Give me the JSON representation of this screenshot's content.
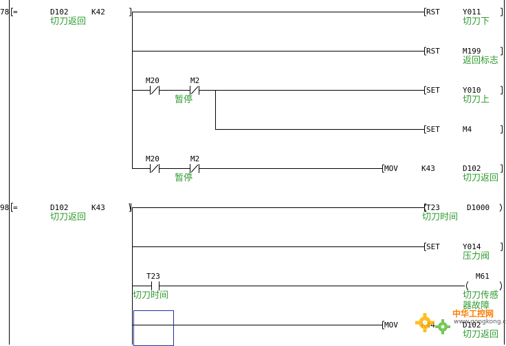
{
  "rung1": {
    "step": "78",
    "compare_op": "=",
    "op1": "D102",
    "op2": "K42",
    "op1_comment": "切刀返回",
    "out1": {
      "instr": "RST",
      "dev": "Y011",
      "comment": "切刀下"
    },
    "out2": {
      "instr": "RST",
      "dev": "M199",
      "comment": "返回标志"
    },
    "contact_a": "M20",
    "contact_b": "M2",
    "contact_b_comment": "暂停",
    "out3": {
      "instr": "SET",
      "dev": "Y010",
      "comment": "切刀上"
    },
    "out4": {
      "instr": "SET",
      "dev": "M4"
    },
    "contact_c": "M20",
    "contact_d": "M2",
    "contact_d_comment": "暂停",
    "out5": {
      "instr": "MOV",
      "src": "K43",
      "dst": "D102",
      "comment": "切刀返回"
    }
  },
  "rung2": {
    "step": "98",
    "compare_op": "=",
    "op1": "D102",
    "op2": "K43",
    "op1_comment": "切刀返回",
    "out1": {
      "instr": "T23",
      "val": "D1000",
      "comment": "切刀时间"
    },
    "out2": {
      "instr": "SET",
      "dev": "Y014",
      "comment": "压力阀"
    },
    "contact_a": "T23",
    "contact_a_comment": "切刀时间",
    "out3": {
      "dev": "M61",
      "comment": "切刀传感器故障"
    },
    "out4": {
      "instr": "MOV",
      "src": "K44",
      "dst": "D102",
      "comment": "切刀返回"
    }
  },
  "watermark": {
    "text": "中华工控网",
    "url": "www.gongkong.com"
  },
  "colors": {
    "comment": "#2e9a2e",
    "selection": "#1f2fa8",
    "line": "#000000"
  }
}
